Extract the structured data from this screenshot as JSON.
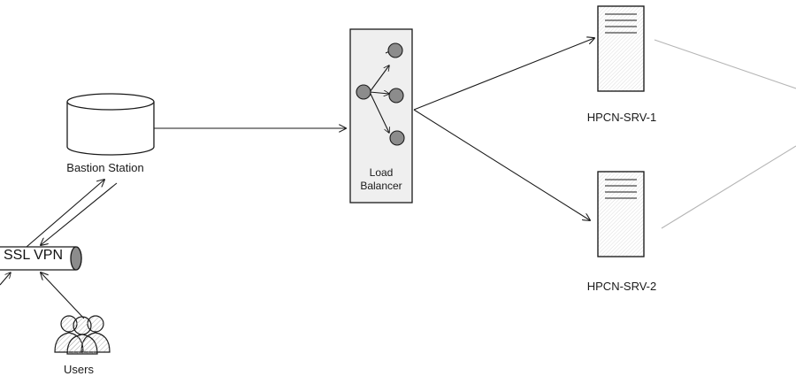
{
  "nodes": {
    "bastion": {
      "label": "Bastion Station"
    },
    "vpn": {
      "label": "SSL VPN"
    },
    "users": {
      "label": "Users"
    },
    "load_balancer": {
      "line1": "Load",
      "line2": "Balancer"
    },
    "server1": {
      "label": "HPCN-SRV-1"
    },
    "server2": {
      "label": "HPCN-SRV-2"
    }
  },
  "colors": {
    "stroke": "#1a1a1a",
    "panel_fill": "#efefef",
    "node_fill": "#8c8c8c",
    "faint_line": "#b5b5b5"
  }
}
